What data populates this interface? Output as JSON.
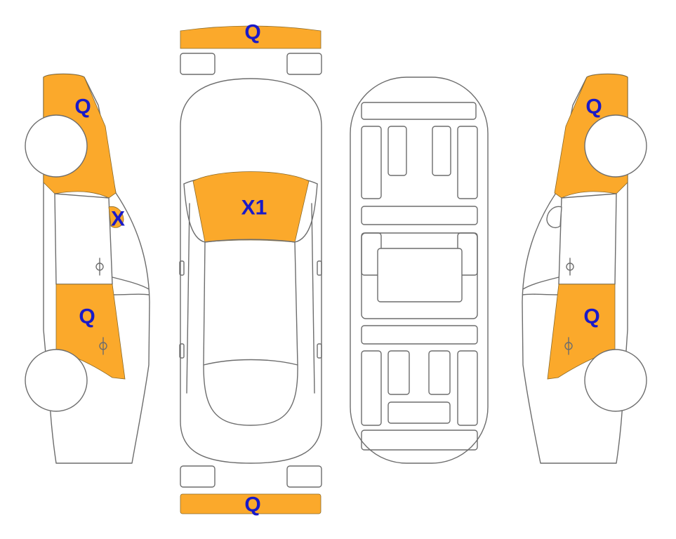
{
  "colors": {
    "damage_fill": "#FBA92B",
    "label_text": "#1A1AC8",
    "outline": "#6D6D6D",
    "background": "#FFFFFF"
  },
  "views": [
    "left-side",
    "top",
    "underside",
    "right-side"
  ],
  "damage_marks": {
    "front_bumper": "Q",
    "left_front_fender": "Q",
    "left_mirror": "X",
    "left_rear_door": "Q",
    "windshield": "X1",
    "right_front_fender": "Q",
    "right_rear_door": "Q",
    "rear_bumper": "Q"
  }
}
